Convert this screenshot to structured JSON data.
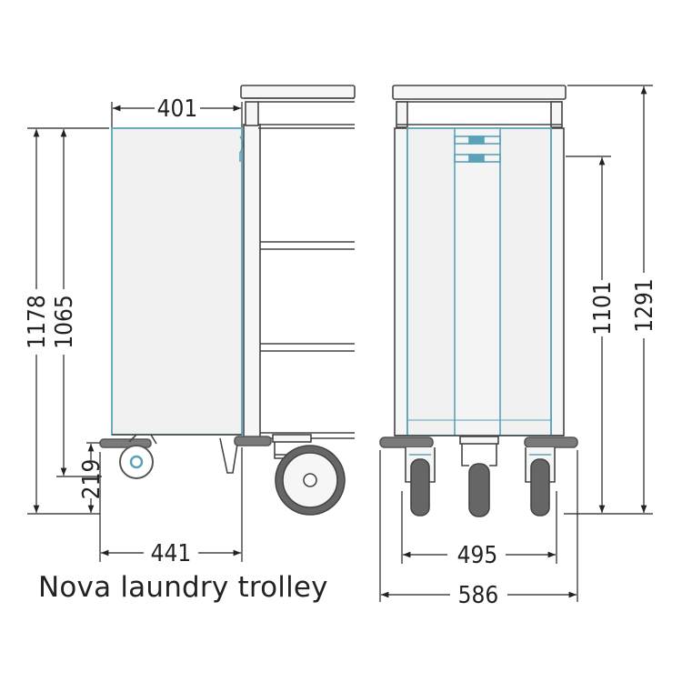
{
  "caption": "Nova laundry trolley",
  "dimensions": {
    "width_top": "401",
    "height_total_side": "1178",
    "height_body_side": "1065",
    "base_height": "219",
    "depth_base": "441",
    "wheel_track": "495",
    "width_total": "586",
    "height_front_body": "1101",
    "height_front_total": "1291"
  },
  "colors": {
    "outline": "#444444",
    "accent": "#5aa2b8",
    "part_fill": "#f1f1f1",
    "tire": "#666666",
    "bumper": "#7a7a7a"
  }
}
